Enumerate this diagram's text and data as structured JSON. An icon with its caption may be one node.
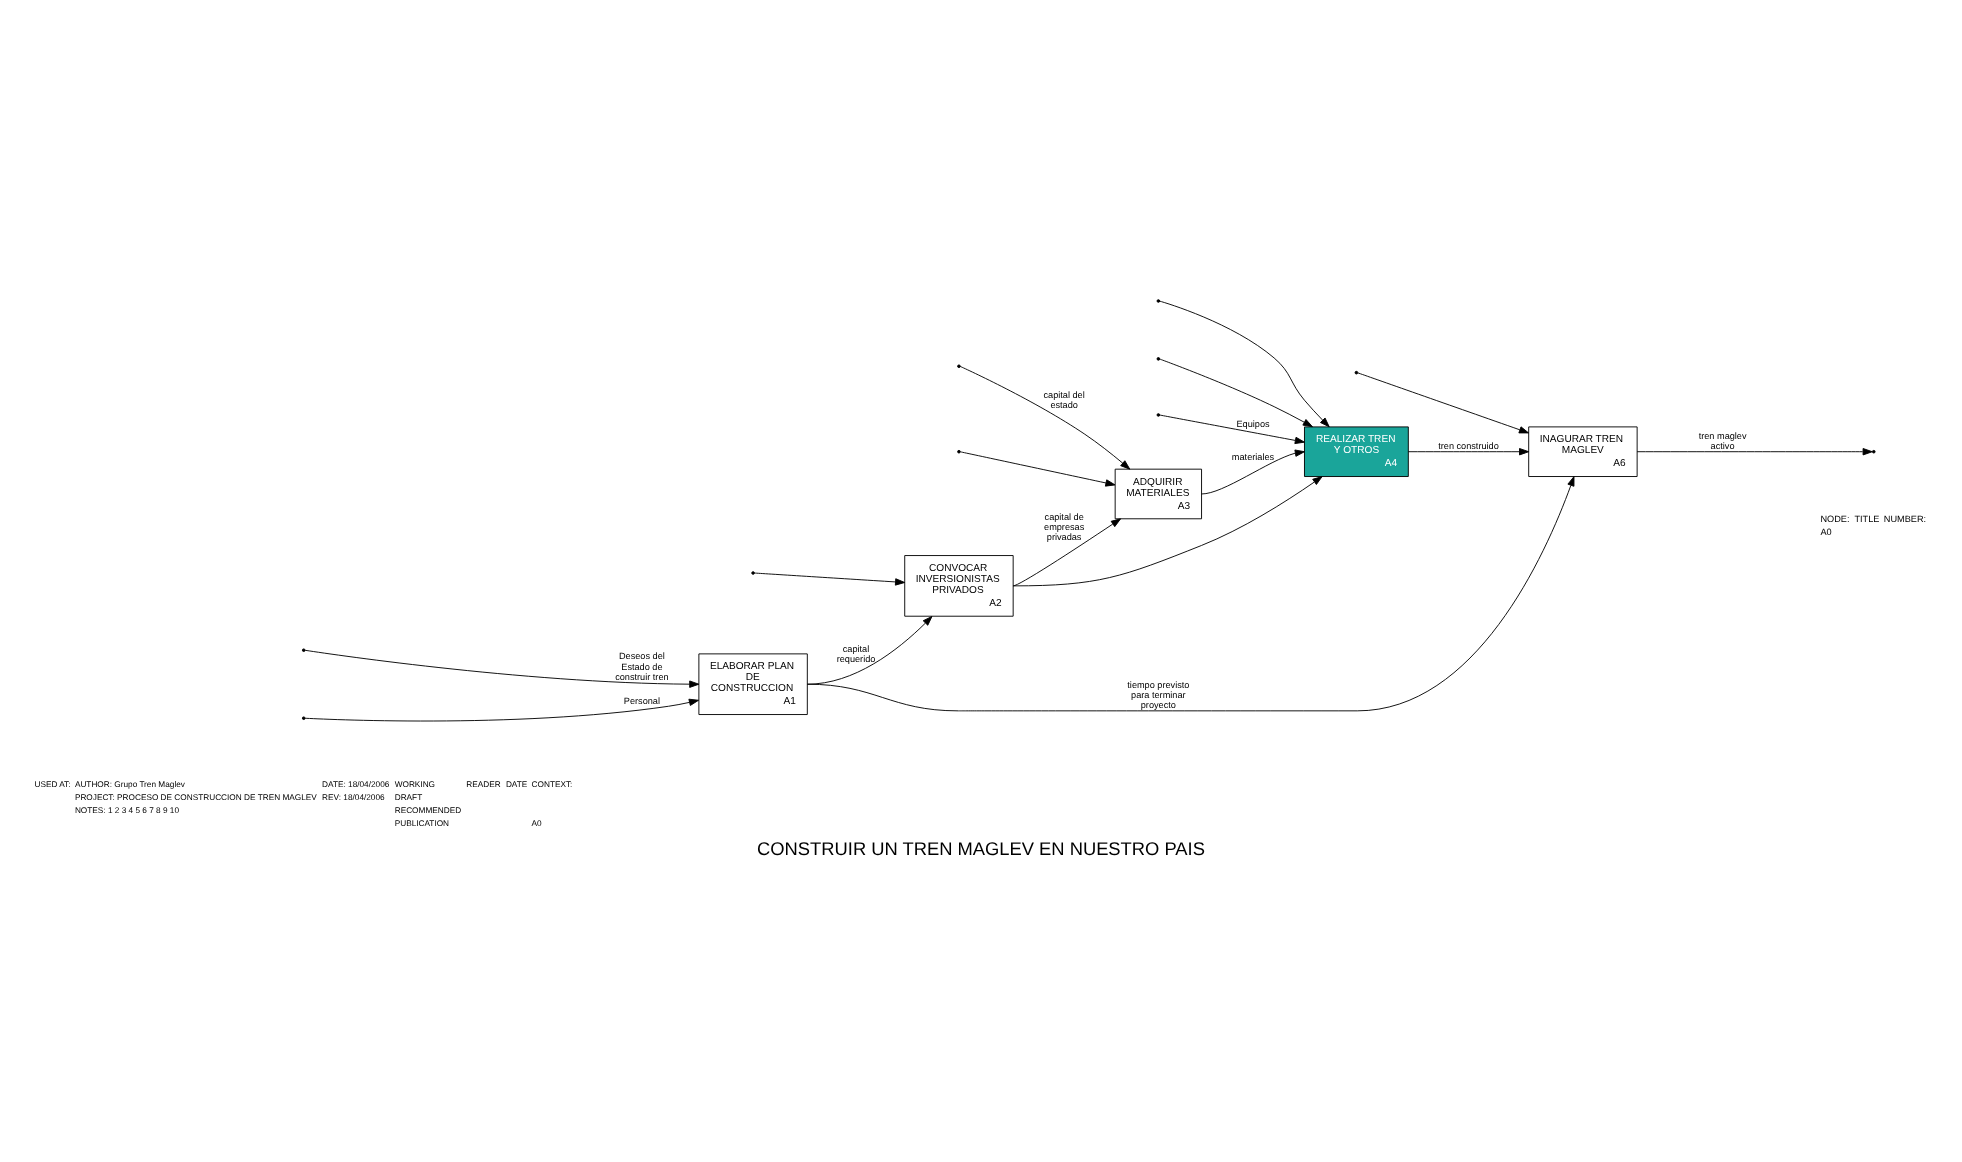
{
  "diagram": {
    "title": "CONSTRUIR UN TREN MAGLEV EN NUESTRO PAIS",
    "nodes": [
      {
        "text": [
          "ELABORAR PLAN DE CONSTRUCCION",
          "A1"
        ]
      },
      {
        "text": [
          "CONVOCAR INVERSIONISTAS PRIVADOS",
          "A2"
        ]
      },
      {
        "text": [
          "ADQUIRIR MATERIALES",
          "A3"
        ]
      },
      {
        "text": [
          "REALIZAR TREN Y OTROS",
          "A4"
        ]
      },
      {
        "text": [
          "INAGURAR TREN MAGLEV",
          "A6"
        ]
      }
    ],
    "edges": [
      {
        "from": null,
        "to": 0,
        "arrow": "to",
        "label": "Deseos del Estado de construir tren"
      },
      {
        "from": 0,
        "to": 1,
        "arrow": "to",
        "label": "capital requerido"
      },
      {
        "from": 0,
        "to": 4,
        "arrow": "to",
        "label": "tiempo previsto para terminar proyecto"
      },
      {
        "from": 1,
        "to": 2,
        "arrow": "to",
        "label": "capital de empresas privadas"
      },
      {
        "from": 1,
        "to": 3,
        "arrow": "to"
      },
      {
        "from": null,
        "to": 2,
        "arrow": "to",
        "label": "capital del estado"
      },
      {
        "from": null,
        "to": 3,
        "arrow": "to"
      },
      {
        "from": 2,
        "to": 3,
        "arrow": "to",
        "label": "materiales"
      },
      {
        "from": 3,
        "to": 4,
        "arrow": "to",
        "label": "tren construido"
      },
      {
        "from": 4,
        "to": null,
        "arrow": "to",
        "label": "tren maglev activo"
      },
      {
        "from": null,
        "to": 0,
        "arrow": "to",
        "label": "Personal"
      },
      {
        "from": null,
        "to": 1,
        "arrow": "to"
      },
      {
        "from": null,
        "to": 2,
        "arrow": "to"
      },
      {
        "from": null,
        "to": 3,
        "arrow": "to"
      },
      {
        "from": null,
        "to": 4,
        "arrow": "to"
      },
      {
        "from": null,
        "to": 3,
        "arrow": "to",
        "label": "Equipos"
      }
    ],
    "labels": [
      "USED AT:",
      "AUTHOR: Grupo Tren Maglev",
      "PROJECT: PROCESO DE CONSTRUCCION DE TREN MAGLEV",
      "NOTES: 1 2 3 4 5 6 7 8 9 10",
      "DATE: 18/04/2006",
      "REV: 18/04/2006",
      "WORKING",
      "DRAFT",
      "RECOMMENDED",
      "PUBLICATION",
      "READER",
      "DATE",
      "CONTEXT:",
      "A0",
      "NODE:",
      "A0",
      "TITLE",
      "NUMBER:"
    ]
  }
}
